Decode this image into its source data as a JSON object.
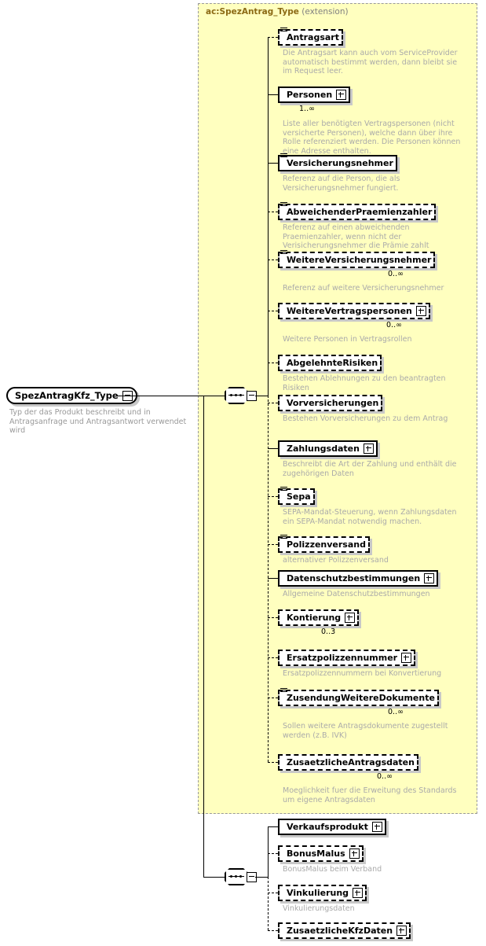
{
  "diagram": {
    "title": "SpezAntragKfz_Type XSD element diagram",
    "root": {
      "name": "SpezAntragKfz_Type",
      "description": "Typ der das Produkt beschreibt und in Antragsanfrage und Antragsantwort verwendet wird",
      "toggle": "minus-icon"
    },
    "extension_group": {
      "base_type": "ac:SpezAntrag_Type",
      "kind": "(extension)",
      "background_color": "#ffffbf",
      "border_color": "#999999"
    },
    "compositors": [
      {
        "type": "sequence",
        "label": "sequence-compositor",
        "toggle": "minus-icon"
      },
      {
        "type": "sequence",
        "label": "sequence-compositor",
        "toggle": "minus-icon"
      }
    ],
    "extension_elements": [
      {
        "name": "Antragsart",
        "occurrence": "optional",
        "cardinality": "",
        "expandable": false,
        "has_element_icon": true,
        "description": "Die Antragsart kann auch vom ServiceProvider automatisch bestimmt werden, dann bleibt sie im Request leer."
      },
      {
        "name": "Personen",
        "occurrence": "required",
        "cardinality": "1..∞",
        "expandable": true,
        "has_element_icon": false,
        "description": "Liste aller benötigten Vertragspersonen (nicht versicherte Personen), welche dann über ihre Rolle referenziert werden. Die Personen können eine Adresse enthalten."
      },
      {
        "name": "Versicherungsnehmer",
        "occurrence": "required",
        "cardinality": "",
        "expandable": false,
        "has_element_icon": true,
        "description": "Referenz auf die Person, die als Versicherungsnehmer fungiert."
      },
      {
        "name": "AbweichenderPraemienzahler",
        "occurrence": "optional",
        "cardinality": "",
        "expandable": false,
        "has_element_icon": true,
        "description": "Referenz auf einen abweichenden Praemienzahler, wenn nicht der Verisicherungsnehmer die Prämie zahlt"
      },
      {
        "name": "WeitereVersicherungsnehmer",
        "occurrence": "optional",
        "cardinality": "0..∞",
        "expandable": false,
        "has_element_icon": true,
        "description": "Referenz auf weitere Versicherungsnehmer"
      },
      {
        "name": "WeitereVertragspersonen",
        "occurrence": "optional",
        "cardinality": "0..∞",
        "expandable": true,
        "has_element_icon": false,
        "description": "Weitere Personen in Vertragsrollen"
      },
      {
        "name": "AbgelehnteRisiken",
        "occurrence": "optional",
        "cardinality": "",
        "expandable": false,
        "has_element_icon": false,
        "description": "Bestehen Ablehnungen zu den beantragten Risiken"
      },
      {
        "name": "Vorversicherungen",
        "occurrence": "optional",
        "cardinality": "",
        "expandable": false,
        "has_element_icon": false,
        "description": "Bestehen Vorversicherungen zu dem Antrag"
      },
      {
        "name": "Zahlungsdaten",
        "occurrence": "required",
        "cardinality": "",
        "expandable": true,
        "has_element_icon": false,
        "description": "Beschreibt die Art der Zahlung und enthält die zugehörigen Daten"
      },
      {
        "name": "Sepa",
        "occurrence": "optional",
        "cardinality": "",
        "expandable": false,
        "has_element_icon": true,
        "description": "SEPA-Mandat-Steuerung, wenn Zahlungsdaten ein SEPA-Mandat notwendig machen."
      },
      {
        "name": "Polizzenversand",
        "occurrence": "optional",
        "cardinality": "",
        "expandable": false,
        "has_element_icon": true,
        "description": "alternativer Polizzenversand"
      },
      {
        "name": "Datenschutzbestimmungen",
        "occurrence": "required",
        "cardinality": "",
        "expandable": true,
        "has_element_icon": false,
        "description": "Allgemeine Datenschutzbestimmungen"
      },
      {
        "name": "Kontierung",
        "occurrence": "optional",
        "cardinality": "0..3",
        "expandable": true,
        "has_element_icon": false,
        "description": ""
      },
      {
        "name": "Ersatzpolizzennummer",
        "occurrence": "optional",
        "cardinality": "",
        "expandable": true,
        "has_element_icon": false,
        "description": "Ersatzpolizzennummern bei Konvertierung"
      },
      {
        "name": "ZusendungWeitereDokumente",
        "occurrence": "optional",
        "cardinality": "0..∞",
        "expandable": false,
        "has_element_icon": true,
        "description": "Sollen weitere Antragsdokumente zugestellt werden (z.B. IVK)"
      },
      {
        "name": "ZusaetzlicheAntragsdaten",
        "occurrence": "optional",
        "cardinality": "0..∞",
        "expandable": false,
        "has_element_icon": false,
        "description": "Moeglichkeit fuer die Erweitung des Standards um eigene Antragsdaten"
      }
    ],
    "own_elements": [
      {
        "name": "Verkaufsprodukt",
        "occurrence": "required",
        "cardinality": "",
        "expandable": true,
        "has_element_icon": false,
        "description": ""
      },
      {
        "name": "BonusMalus",
        "occurrence": "optional",
        "cardinality": "",
        "expandable": true,
        "has_element_icon": false,
        "description": "BonusMalus beim Verband"
      },
      {
        "name": "Vinkulierung",
        "occurrence": "optional",
        "cardinality": "",
        "expandable": true,
        "has_element_icon": false,
        "description": "Vinkulierungsdaten"
      },
      {
        "name": "ZusaetzlicheKfzDaten",
        "occurrence": "optional",
        "cardinality": "",
        "expandable": true,
        "has_element_icon": false,
        "description": ""
      }
    ]
  }
}
